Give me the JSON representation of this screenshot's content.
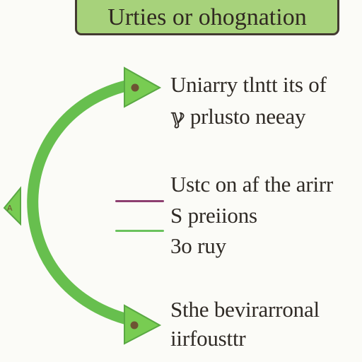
{
  "title": "Urties or ohognation",
  "items": [
    {
      "lines": [
        "Uniarry tlntt its of",
        "ℽ prlusto neeay"
      ]
    },
    {
      "lines": [
        "Ustc on af the arirr",
        "S preiions",
        "3o ruy"
      ]
    },
    {
      "lines": [
        "Sthe bevirarronal",
        "iirfousttr"
      ]
    }
  ],
  "colors": {
    "title_fill": "#a7d27b",
    "title_border": "#433a31",
    "arc_green": "#67bf4e",
    "arrow_green": "#78cc52",
    "arrow_border": "#59a843",
    "node_brown": "#6d5433",
    "purple_line": "#8d3f70",
    "green_line": "#6ac25d",
    "text": "#2f2a25"
  },
  "icons": {
    "top_arrow": "right-arrowhead-icon",
    "left_arrow": "left-arrowhead-icon",
    "bottom_arrow": "right-arrowhead-icon",
    "left_letter": "A"
  }
}
